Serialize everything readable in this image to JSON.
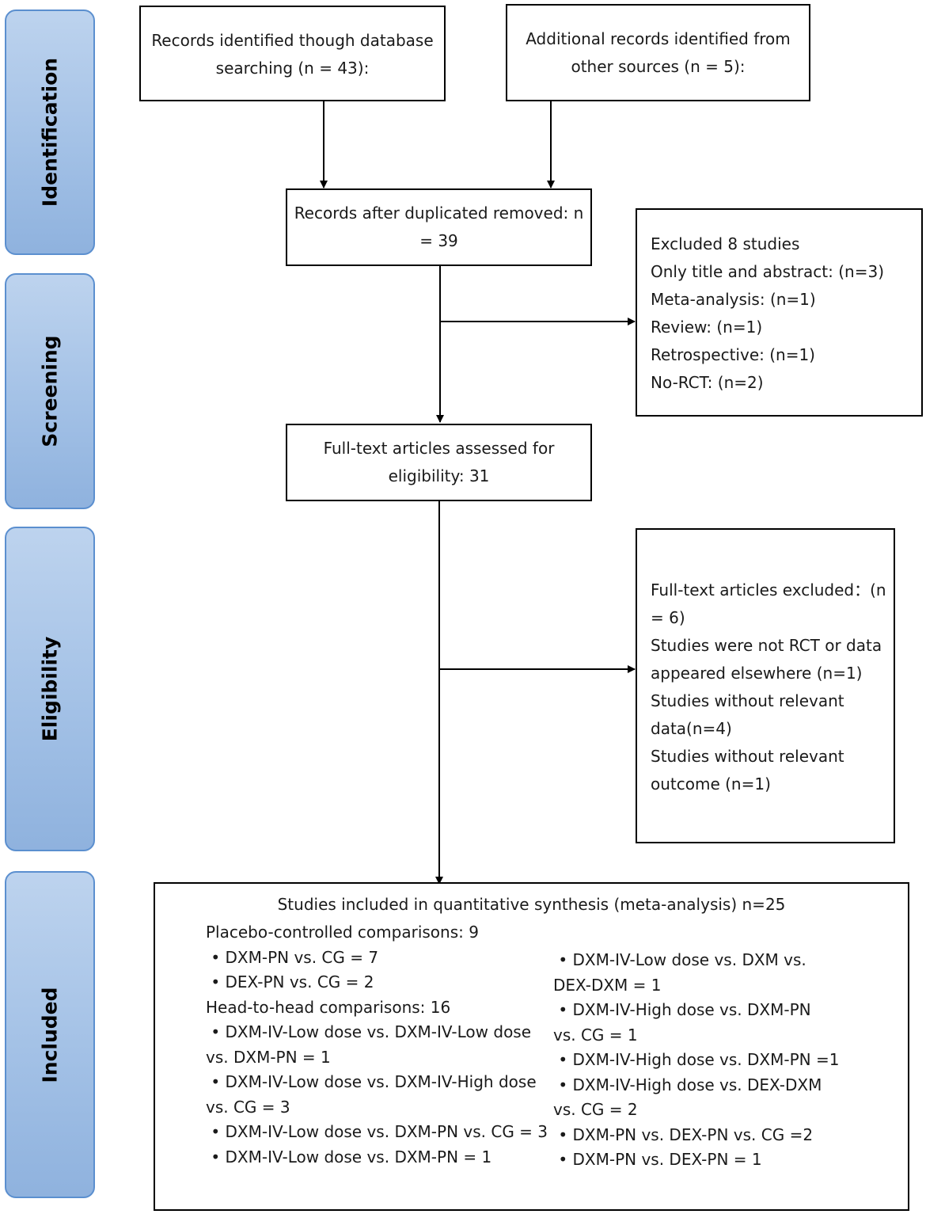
{
  "phases": {
    "identification": "Identification",
    "screening": "Screening",
    "eligibility": "Eligibility",
    "included": "Included"
  },
  "boxes": {
    "database": [
      "Records identified though database",
      "searching (n = 43):"
    ],
    "other_sources": [
      "Additional records identified from",
      "other sources (n = 5):"
    ],
    "after_duplicates": [
      "Records after duplicated removed: n",
      "= 39"
    ],
    "excluded": {
      "lines": [
        "Excluded 8 studies",
        "Only title and abstract: (n=3)",
        "Meta-analysis: (n=1)",
        "Review: (n=1)",
        "Retrospective: (n=1)",
        "No-RCT: (n=2)"
      ]
    },
    "full_text": [
      "Full-text articles assessed for",
      "eligibility: 31"
    ],
    "full_text_excluded": {
      "lines": [
        "Full-text articles excluded：(n",
        "= 6)",
        "Studies were not RCT or data",
        "appeared elsewhere (n=1)",
        "Studies without relevant",
        "data(n=4)",
        "Studies without relevant",
        "outcome (n=1)"
      ]
    },
    "included": {
      "title": "Studies included in quantitative synthesis (meta-analysis) n=25",
      "left": [
        "Placebo-controlled comparisons: 9",
        " • DXM-PN vs. CG = 7",
        " • DEX-PN vs. CG = 2",
        "Head-to-head comparisons: 16",
        " • DXM-IV-Low dose vs. DXM-IV-Low dose",
        "vs. DXM-PN = 1",
        " • DXM-IV-Low dose vs. DXM-IV-High dose",
        "vs. CG = 3",
        " • DXM-IV-Low dose vs. DXM-PN vs. CG = 3",
        " • DXM-IV-Low dose vs. DXM-PN = 1"
      ],
      "right": [
        " • DXM-IV-Low dose vs. DXM vs.",
        "DEX-DXM = 1",
        " • DXM-IV-High dose vs. DXM-PN",
        "vs. CG = 1",
        " • DXM-IV-High dose vs. DXM-PN =1",
        " • DXM-IV-High dose vs. DEX-DXM",
        "vs. CG = 2",
        " • DXM-PN vs. DEX-PN vs. CG =2",
        " • DXM-PN vs. DEX-PN = 1"
      ]
    }
  }
}
